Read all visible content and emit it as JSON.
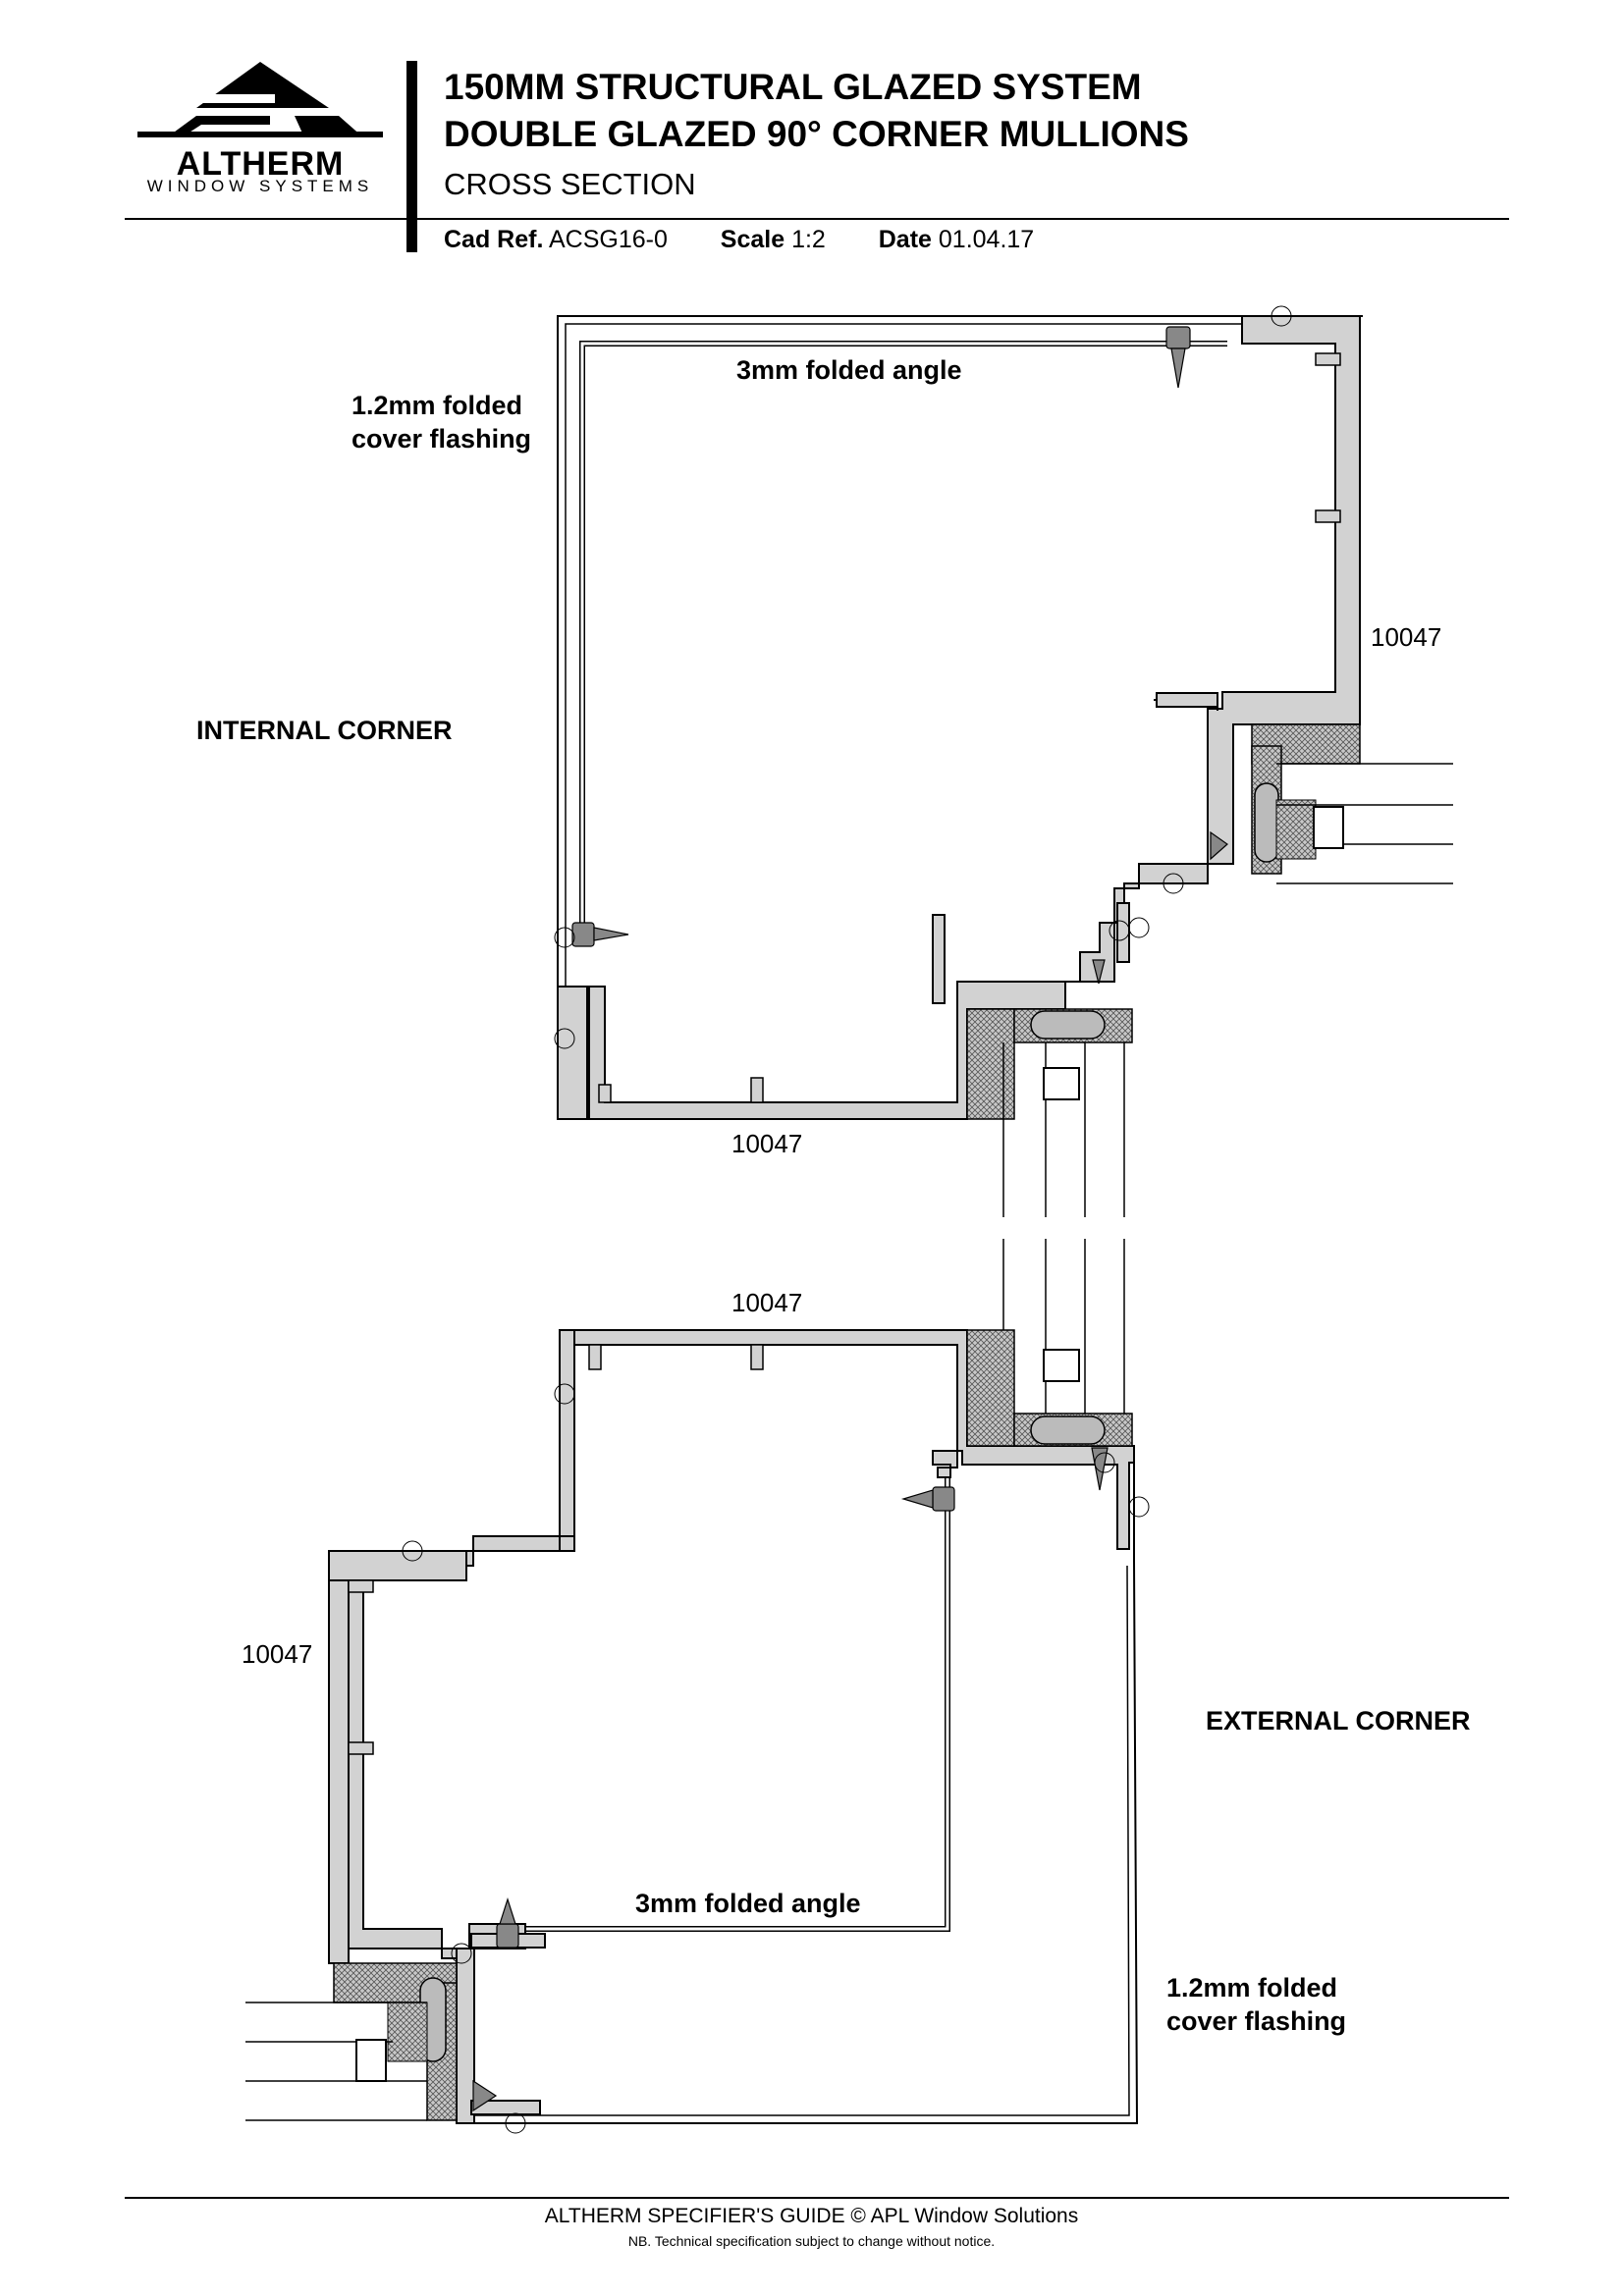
{
  "logo": {
    "name": "ALTHERM",
    "tagline": "WINDOW SYSTEMS"
  },
  "header": {
    "title_line1": "150MM STRUCTURAL GLAZED SYSTEM",
    "title_line2": "DOUBLE GLAZED 90° CORNER MULLIONS",
    "subtitle": "CROSS SECTION",
    "cad_ref_label": "Cad Ref.",
    "cad_ref_value": "ACSG16-0",
    "scale_label": "Scale",
    "scale_value": "1:2",
    "date_label": "Date",
    "date_value": "01.04.17"
  },
  "internal_corner": {
    "section_label": "INTERNAL CORNER",
    "angle_label": "3mm folded angle",
    "flashing_label_line1": "1.2mm folded",
    "flashing_label_line2": "cover flashing",
    "profile_code_right": "10047",
    "profile_code_bottom": "10047"
  },
  "external_corner": {
    "section_label": "EXTERNAL CORNER",
    "angle_label": "3mm folded angle",
    "flashing_label_line1": "1.2mm folded",
    "flashing_label_line2": "cover flashing",
    "profile_code_top": "10047",
    "profile_code_left": "10047"
  },
  "footer": {
    "guide": "ALTHERM SPECIFIER'S GUIDE  © APL Window Solutions",
    "note": "NB. Technical specification subject to change without notice."
  }
}
